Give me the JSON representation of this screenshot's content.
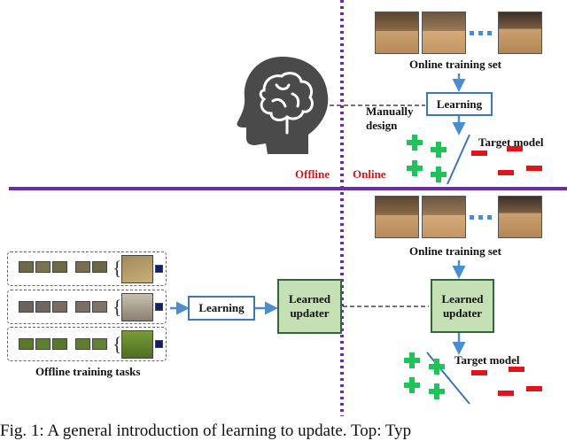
{
  "top": {
    "online_set_label": "Online training set",
    "learning_label": "Learning",
    "manually_design_label": "Manually\ndesign",
    "target_model_label": "Target model",
    "offline_label": "Offline",
    "online_label": "Online"
  },
  "bottom": {
    "online_set_label": "Online training set",
    "learning_label": "Learning",
    "learned_updater_left_label": "Learned\nupdater",
    "learned_updater_right_label": "Learned\nupdater",
    "target_model_label": "Target model",
    "offline_tasks_label": "Offline training tasks"
  },
  "caption": "Fig. 1: A general introduction of learning to update. Top: Typ",
  "colors": {
    "divider": "#6a2fa8",
    "arrow": "#4a8ed0",
    "plus": "#1ec45a",
    "minus": "#e0141b",
    "red_text": "#d0161b",
    "updater_fill": "#c5e0b4"
  }
}
